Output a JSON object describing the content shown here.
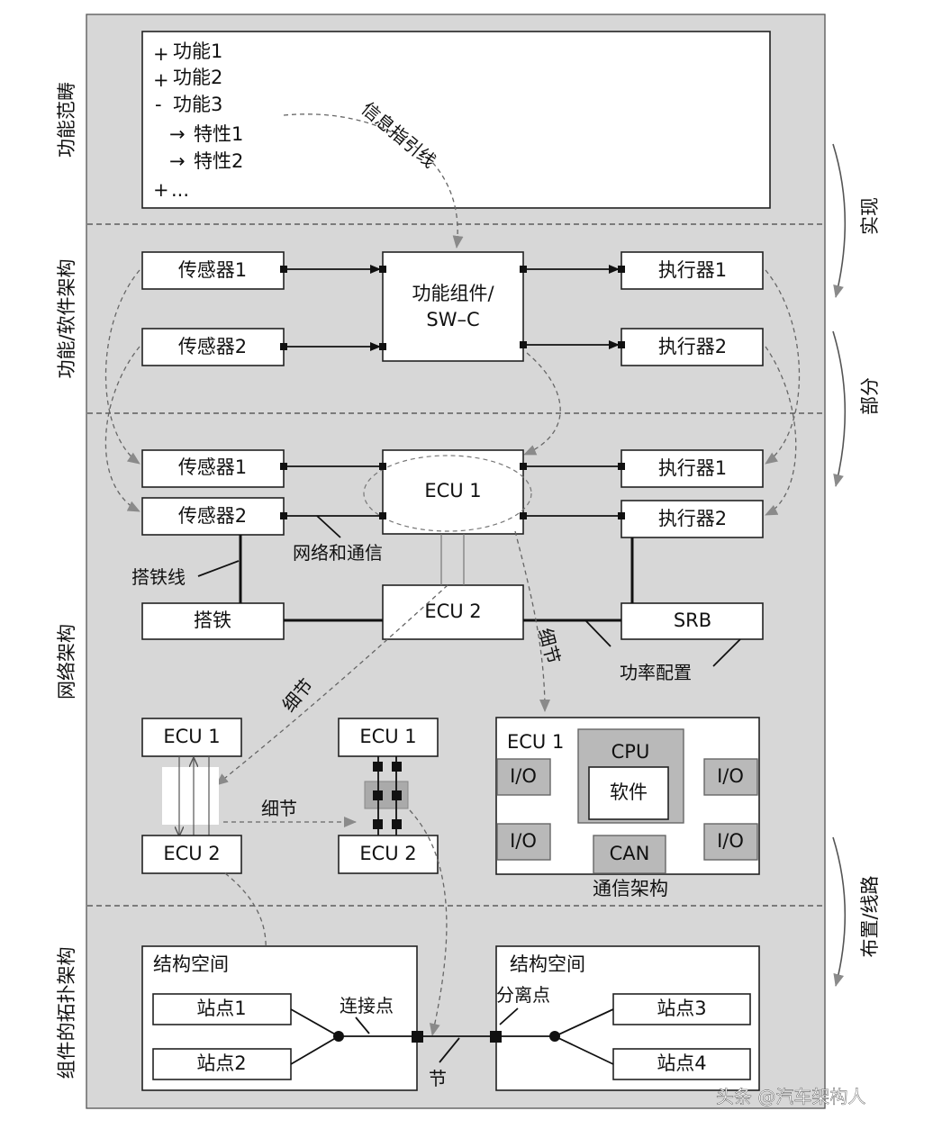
{
  "layers": {
    "functional_scope": "功能范畴",
    "function_software_architecture": "功能/软件架构",
    "network_architecture": "网络架构",
    "topology": "组件的拓扑架构"
  },
  "side_steps": {
    "implement": "实现",
    "part": "部分",
    "layout_wiring": "布置/线路"
  },
  "scope_list": [
    "功能1",
    "功能2",
    "功能3",
    "特性1",
    "特性2",
    "..."
  ],
  "scope_markers": [
    "+",
    "+",
    "-",
    "→",
    "→",
    "+"
  ],
  "info_guide": "信息指引线",
  "func_arch": {
    "sensor1": "传感器1",
    "sensor2": "传感器2",
    "component_line1": "功能组件/",
    "component_line2": "SW–C",
    "actuator1": "执行器1",
    "actuator2": "执行器2"
  },
  "network": {
    "sensor1": "传感器1",
    "sensor2": "传感器2",
    "ecu1": "ECU 1",
    "ecu2": "ECU 2",
    "actuator1": "执行器1",
    "actuator2": "执行器2",
    "ground": "搭铁",
    "srb": "SRB",
    "ground_wire": "搭铁线",
    "network_comm": "网络和通信",
    "power_config": "功率配置",
    "detail": "细节"
  },
  "detail_view": {
    "ecu1_a": "ECU 1",
    "ecu2_a": "ECU 2",
    "ecu1_b": "ECU 1",
    "ecu2_b": "ECU 2",
    "detail_mid": "细节",
    "detail_diag": "细节",
    "ecu_internal_title": "ECU 1",
    "cpu": "CPU",
    "software": "软件",
    "io": "I/O",
    "can": "CAN",
    "comm_arch": "通信架构"
  },
  "topology": {
    "space_left": "结构空间",
    "space_right": "结构空间",
    "station1": "站点1",
    "station2": "站点2",
    "station3": "站点3",
    "station4": "站点4",
    "connection_point": "连接点",
    "separation_point": "分离点",
    "node": "节"
  },
  "watermark": "头条 @汽车架构人"
}
